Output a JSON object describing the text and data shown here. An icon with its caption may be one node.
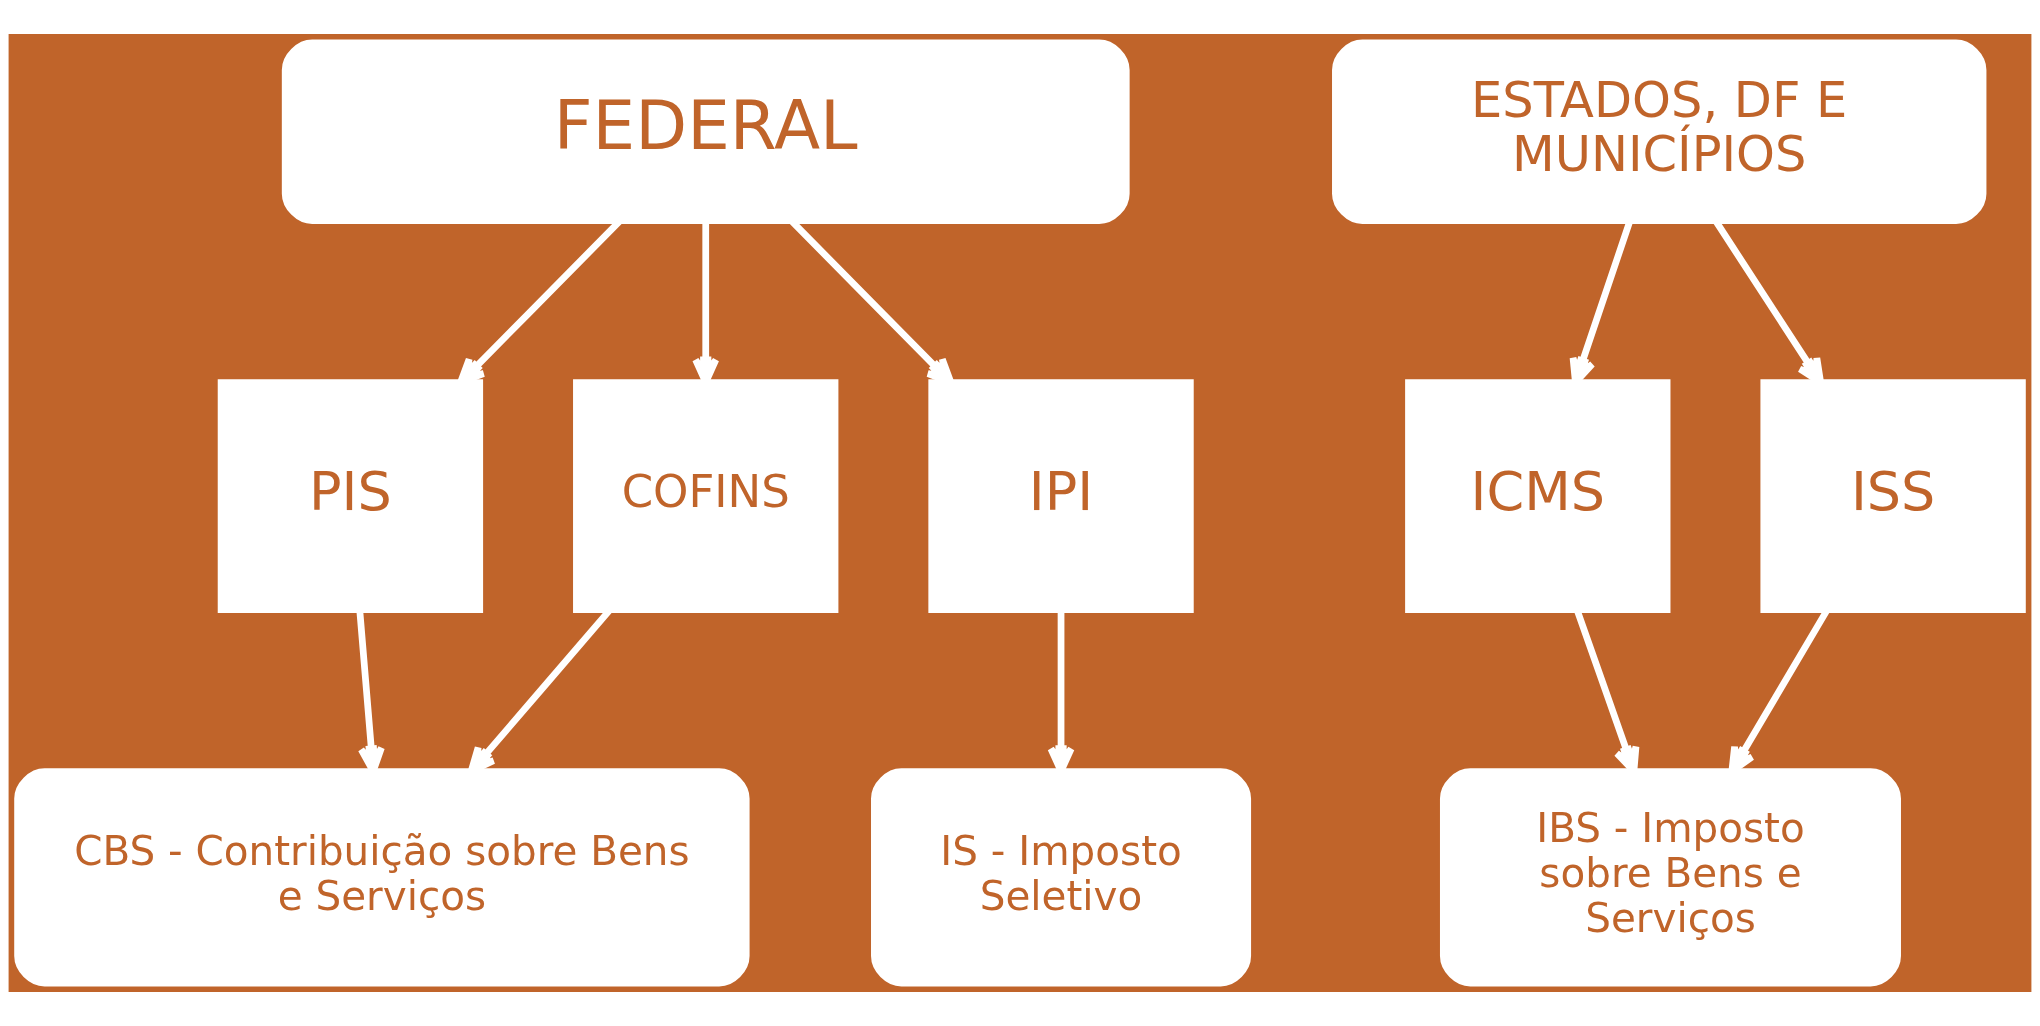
{
  "diagram": {
    "nodes": [
      {
        "text": [
          "FEDERAL"
        ]
      },
      {
        "text": [
          "ESTADOS, DF E MUNICÍPIOS"
        ]
      },
      {
        "text": [
          "PIS"
        ]
      },
      {
        "text": [
          "COFINS"
        ]
      },
      {
        "text": [
          "IPI"
        ]
      },
      {
        "text": [
          "ICMS"
        ]
      },
      {
        "text": [
          "ISS"
        ]
      },
      {
        "text": [
          "CBS - Contribuição sobre Bens e Serviços"
        ]
      },
      {
        "text": [
          "IS - Imposto Seletivo"
        ]
      },
      {
        "text": [
          "IBS - Imposto sobre Bens e Serviços"
        ]
      }
    ],
    "edges": [
      {
        "from": 0,
        "to": 2,
        "arrow": "to"
      },
      {
        "from": 0,
        "to": 3,
        "arrow": "to"
      },
      {
        "from": 0,
        "to": 4,
        "arrow": "to"
      },
      {
        "from": 1,
        "to": 5,
        "arrow": "to"
      },
      {
        "from": 1,
        "to": 6,
        "arrow": "to"
      },
      {
        "from": 2,
        "to": 7,
        "arrow": "to"
      },
      {
        "from": 3,
        "to": 7,
        "arrow": "to"
      },
      {
        "from": 4,
        "to": 8,
        "arrow": "to"
      },
      {
        "from": 5,
        "to": 9,
        "arrow": "to"
      },
      {
        "from": 6,
        "to": 9,
        "arrow": "to"
      }
    ]
  }
}
